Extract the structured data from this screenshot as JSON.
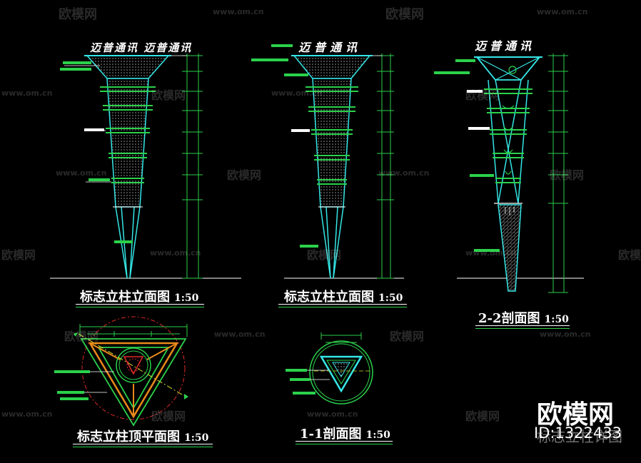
{
  "watermarks": {
    "brand_text": "欧模网",
    "url_text": "www.om.cn"
  },
  "elevation_1": {
    "sign_text": "迈普通讯 迈普通讯",
    "caption": "标志立柱立面图",
    "scale": "1:50"
  },
  "elevation_2": {
    "sign_text": "迈普通讯",
    "caption": "标志立柱立面图",
    "scale": "1:50"
  },
  "section_22": {
    "sign_text": "迈普通讯",
    "caption": "2-2剖面图",
    "scale": "1:50"
  },
  "top_plan": {
    "caption": "标志立柱顶平面图",
    "scale": "1:50"
  },
  "section_11": {
    "caption": "1-1剖面图",
    "scale": "1:50"
  },
  "corner_brand": {
    "name": "欧模网",
    "id": "ID:1322433",
    "ghost_text": "标志立柱详图"
  },
  "colors": {
    "background": "#000000",
    "cyan": "#35e6e6",
    "green": "#2bd14b",
    "teal": "#1fa58a",
    "white": "#ffffff",
    "red": "#e02a2a",
    "orange": "#e88a1a",
    "yellow": "#d9d92a"
  }
}
